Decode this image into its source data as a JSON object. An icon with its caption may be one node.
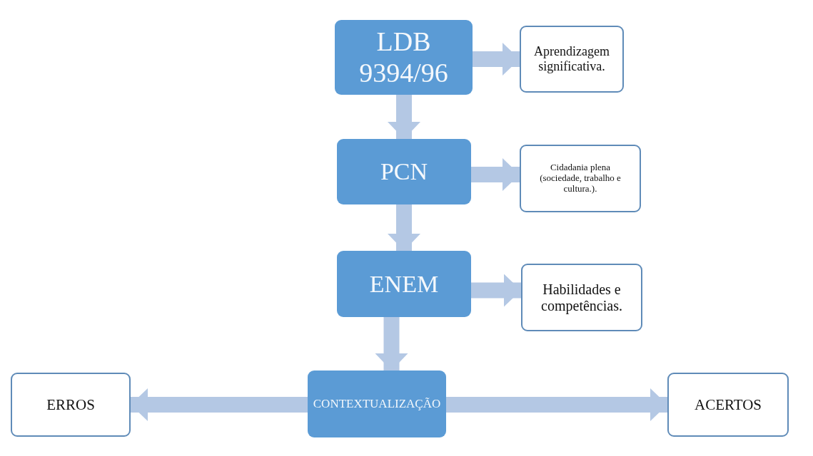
{
  "diagram": {
    "nodes": [
      {
        "text": [
          "LDB 9394/96"
        ]
      },
      {
        "text": [
          "Aprendizagem significativa."
        ]
      },
      {
        "text": [
          "PCN"
        ]
      },
      {
        "text": [
          "Cidadania plena (sociedade, trabalho e cultura.)."
        ]
      },
      {
        "text": [
          "ENEM"
        ]
      },
      {
        "text": [
          "Habilidades e competências."
        ]
      },
      {
        "text": [
          "CONTEXTUALIZAÇÃO"
        ]
      },
      {
        "text": [
          "ERROS"
        ]
      },
      {
        "text": [
          "ACERTOS"
        ]
      }
    ],
    "edges": [
      {
        "from": 0,
        "to": 1,
        "arrow": "to"
      },
      {
        "from": 0,
        "to": 2,
        "arrow": "to"
      },
      {
        "from": 2,
        "to": 3,
        "arrow": "to"
      },
      {
        "from": 2,
        "to": 4,
        "arrow": "to"
      },
      {
        "from": 4,
        "to": 5,
        "arrow": "to"
      },
      {
        "from": 4,
        "to": 6,
        "arrow": "to"
      },
      {
        "from": 6,
        "to": 7,
        "arrow": "to"
      },
      {
        "from": 6,
        "to": 8,
        "arrow": "to"
      }
    ]
  }
}
